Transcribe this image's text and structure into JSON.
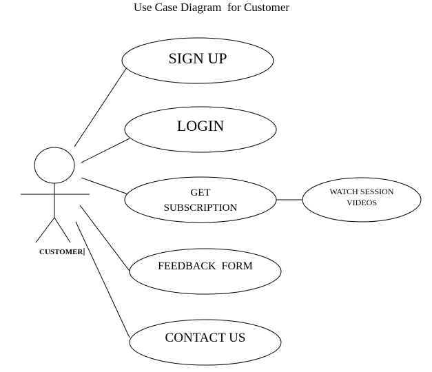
{
  "diagram": {
    "title": "Use Case Diagram  for Customer",
    "actor": {
      "label": "CUSTOMER"
    },
    "use_cases": {
      "sign_up": {
        "label": "SIGN UP"
      },
      "login": {
        "label": "LOGIN"
      },
      "get_subscription": {
        "line1": "GET",
        "line2": "SUBSCRIPTION"
      },
      "feedback_form": {
        "label": "FEEDBACK  FORM"
      },
      "contact_us": {
        "label": "CONTACT US"
      },
      "watch_session_videos": {
        "line1": "WATCH SESSION",
        "line2": "VIDEOS"
      }
    }
  }
}
